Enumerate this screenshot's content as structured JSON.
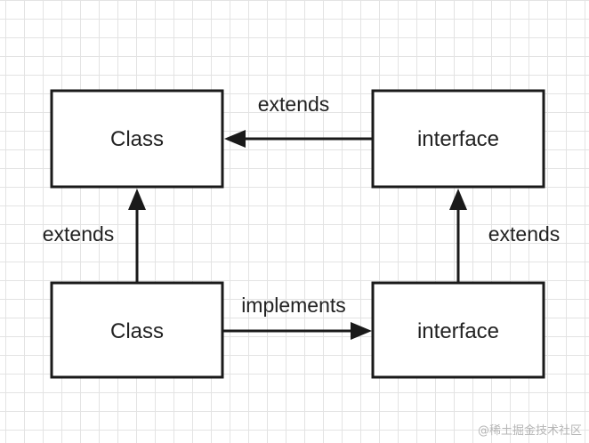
{
  "diagram": {
    "nodes": {
      "class_top": "Class",
      "interface_top": "interface",
      "class_bottom": "Class",
      "interface_bottom": "interface"
    },
    "edges": {
      "interface_to_class_top": "extends",
      "class_bottom_to_class_top": "extends",
      "interface_bottom_to_interface_top": "extends",
      "class_bottom_to_interface_bottom": "implements"
    }
  },
  "watermark": "@稀土掘金技术社区",
  "colors": {
    "stroke": "#1a1a1a",
    "grid": "#e3e3e3",
    "text": "#222222",
    "watermark": "#b5b5b5"
  }
}
